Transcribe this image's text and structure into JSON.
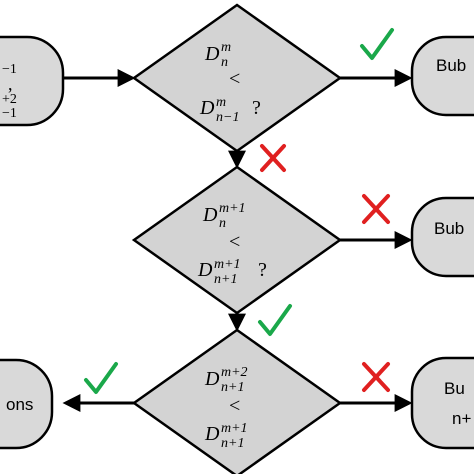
{
  "diamonds": [
    {
      "line1_base": "D",
      "line1_sub": "n",
      "line1_sup": "m",
      "op": "<",
      "line2_base": "D",
      "line2_sub": "n−1",
      "line2_sup": "m",
      "q": "?"
    },
    {
      "line1_base": "D",
      "line1_sub": "n",
      "line1_sup": "m+1",
      "op": "<",
      "line2_base": "D",
      "line2_sub": "n+1",
      "line2_sup": "m+1",
      "q": "?"
    },
    {
      "line1_base": "D",
      "line1_sub": "n+1",
      "line1_sup": "m+2",
      "op": "<",
      "line2_base": "D",
      "line2_sub": "n+1",
      "line2_sup": "m+1",
      "q": ""
    }
  ],
  "left_nodes": {
    "top": {
      "l1": "−1",
      "l2": ",",
      "l3": "+2",
      "l4": "−1"
    },
    "bottom": {
      "text": "ons"
    }
  },
  "right_nodes": [
    {
      "l1": "Bub"
    },
    {
      "l1": "Bub"
    },
    {
      "l1": "Bu",
      "l2": "n+"
    }
  ],
  "marks": {
    "check_color": "#1aa84a",
    "cross_color": "#e02020",
    "check_glyph": "✓",
    "cross_glyph": "✗"
  },
  "colors": {
    "diamond_fill": "#d3d3d3",
    "node_fill": "#d9d9d9",
    "stroke": "#000000"
  }
}
